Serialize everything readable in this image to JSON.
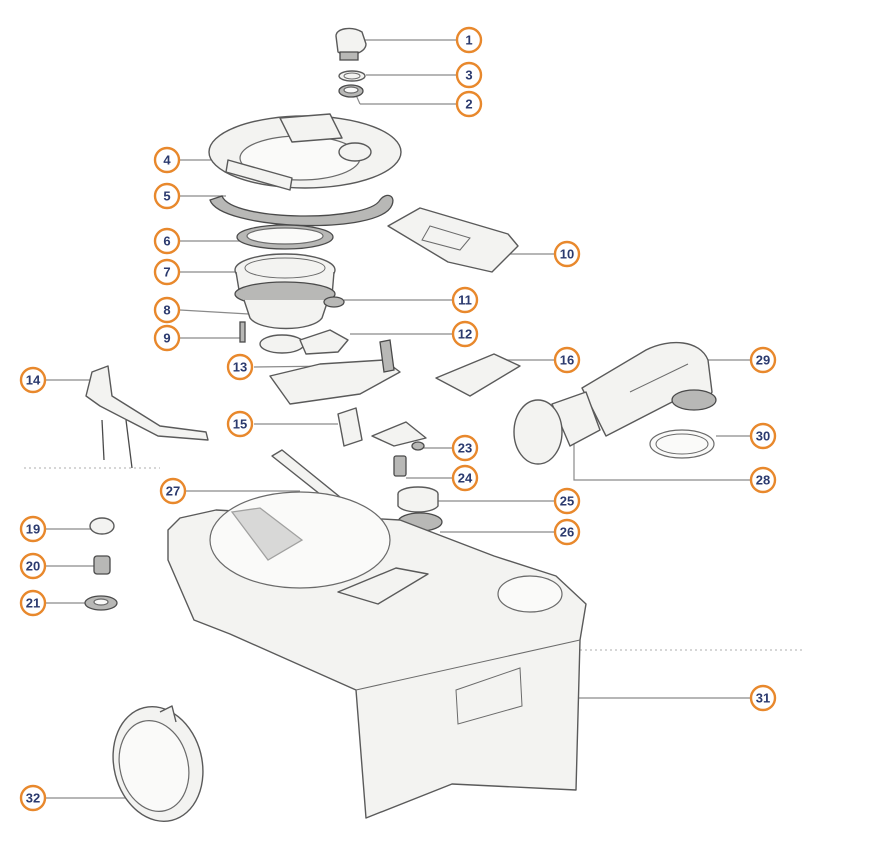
{
  "callouts": [
    "1",
    "3",
    "2",
    "4",
    "5",
    "6",
    "7",
    "8",
    "9",
    "10",
    "11",
    "12",
    "13",
    "14",
    "15",
    "16",
    "19",
    "20",
    "21",
    "23",
    "24",
    "25",
    "26",
    "27",
    "28",
    "29",
    "30",
    "31",
    "32"
  ],
  "colors": {
    "marker_ring": "#e8882c",
    "marker_text": "#2b3a6e",
    "leader": "#8a8a8a",
    "part_fill": "#f3f3f1",
    "part_stroke": "#5a5a5a"
  }
}
